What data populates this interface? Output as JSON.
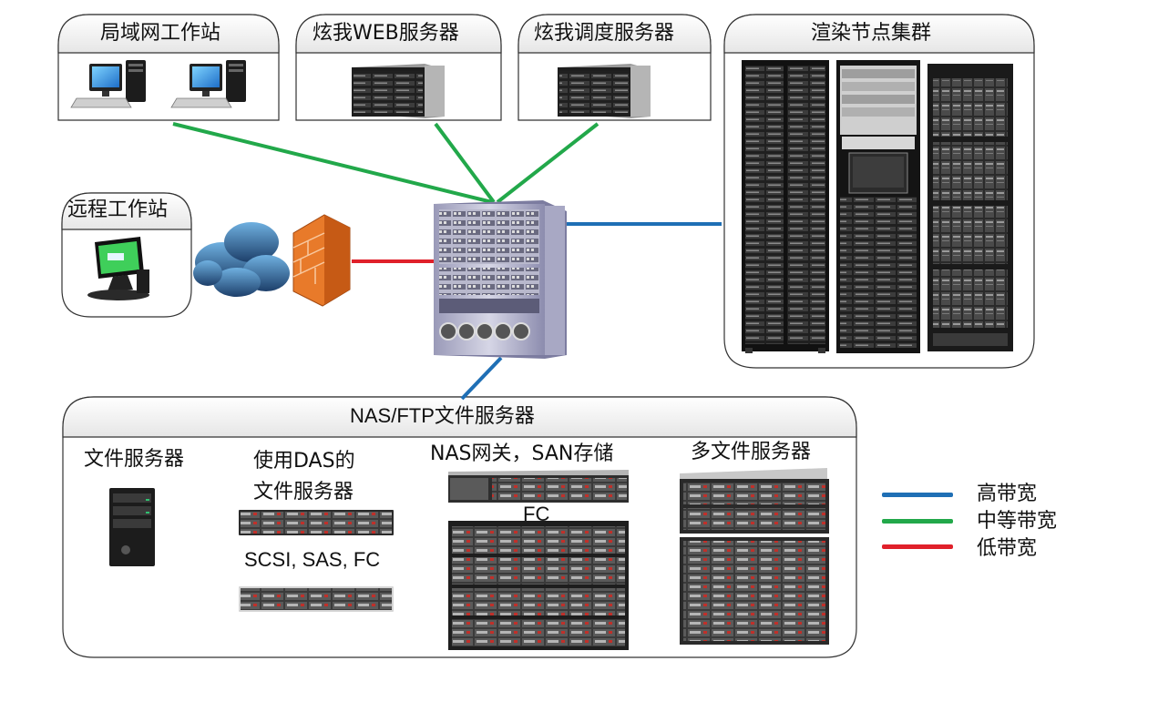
{
  "groups": {
    "lan": "局域网工作站",
    "web": "炫我WEB服务器",
    "sched": "炫我调度服务器",
    "render": "渲染节点集群",
    "remote": "远程工作站",
    "nas": "NAS/FTP文件服务器"
  },
  "nas_items": {
    "file_server": "文件服务器",
    "das_line1": "使用DAS的",
    "das_line2": "文件服务器",
    "das_protocols": "SCSI, SAS, FC",
    "gateway": "NAS网关，SAN存储",
    "fc": "FC",
    "multi": "多文件服务器"
  },
  "legend": [
    {
      "label": "高带宽",
      "color": "#1f6fb5"
    },
    {
      "label": "中等带宽",
      "color": "#22a84a"
    },
    {
      "label": "低带宽",
      "color": "#e0202a"
    }
  ],
  "colors": {
    "high": "#1f6fb5",
    "medium": "#22a84a",
    "low": "#e0202a"
  }
}
